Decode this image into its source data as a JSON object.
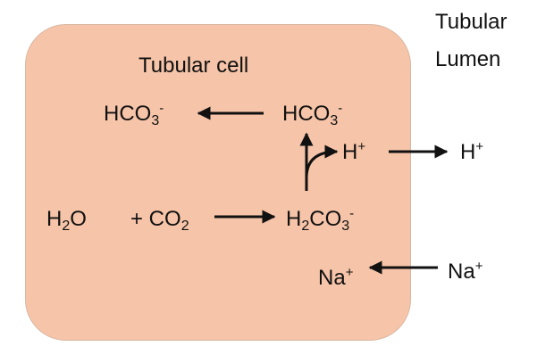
{
  "colors": {
    "cell_fill": "#f6c4a8",
    "text": "#111111",
    "arrow": "#111111"
  },
  "labels": {
    "tubular_cell": "Tubular cell",
    "tubular_lumen_line1": "Tubular",
    "tubular_lumen_line2": "Lumen",
    "bicarb_out": {
      "base": "HCO",
      "sub": "3",
      "sup": "-"
    },
    "bicarb_in": {
      "base": "HCO",
      "sub": "3",
      "sup": "-"
    },
    "h_cell": {
      "base": "H",
      "sup": "+"
    },
    "h_lumen": {
      "base": "H",
      "sup": "+"
    },
    "water": {
      "a": "H",
      "sub": "2",
      "b": "O"
    },
    "co2": {
      "prefix": "+ CO",
      "sub": "2"
    },
    "carbonic": {
      "a": "H",
      "sub1": "2",
      "b": "CO",
      "sub2": "3",
      "sup": "-"
    },
    "na_cell": {
      "base": "Na",
      "sup": "+"
    },
    "na_lumen": {
      "base": "Na",
      "sup": "+"
    }
  }
}
